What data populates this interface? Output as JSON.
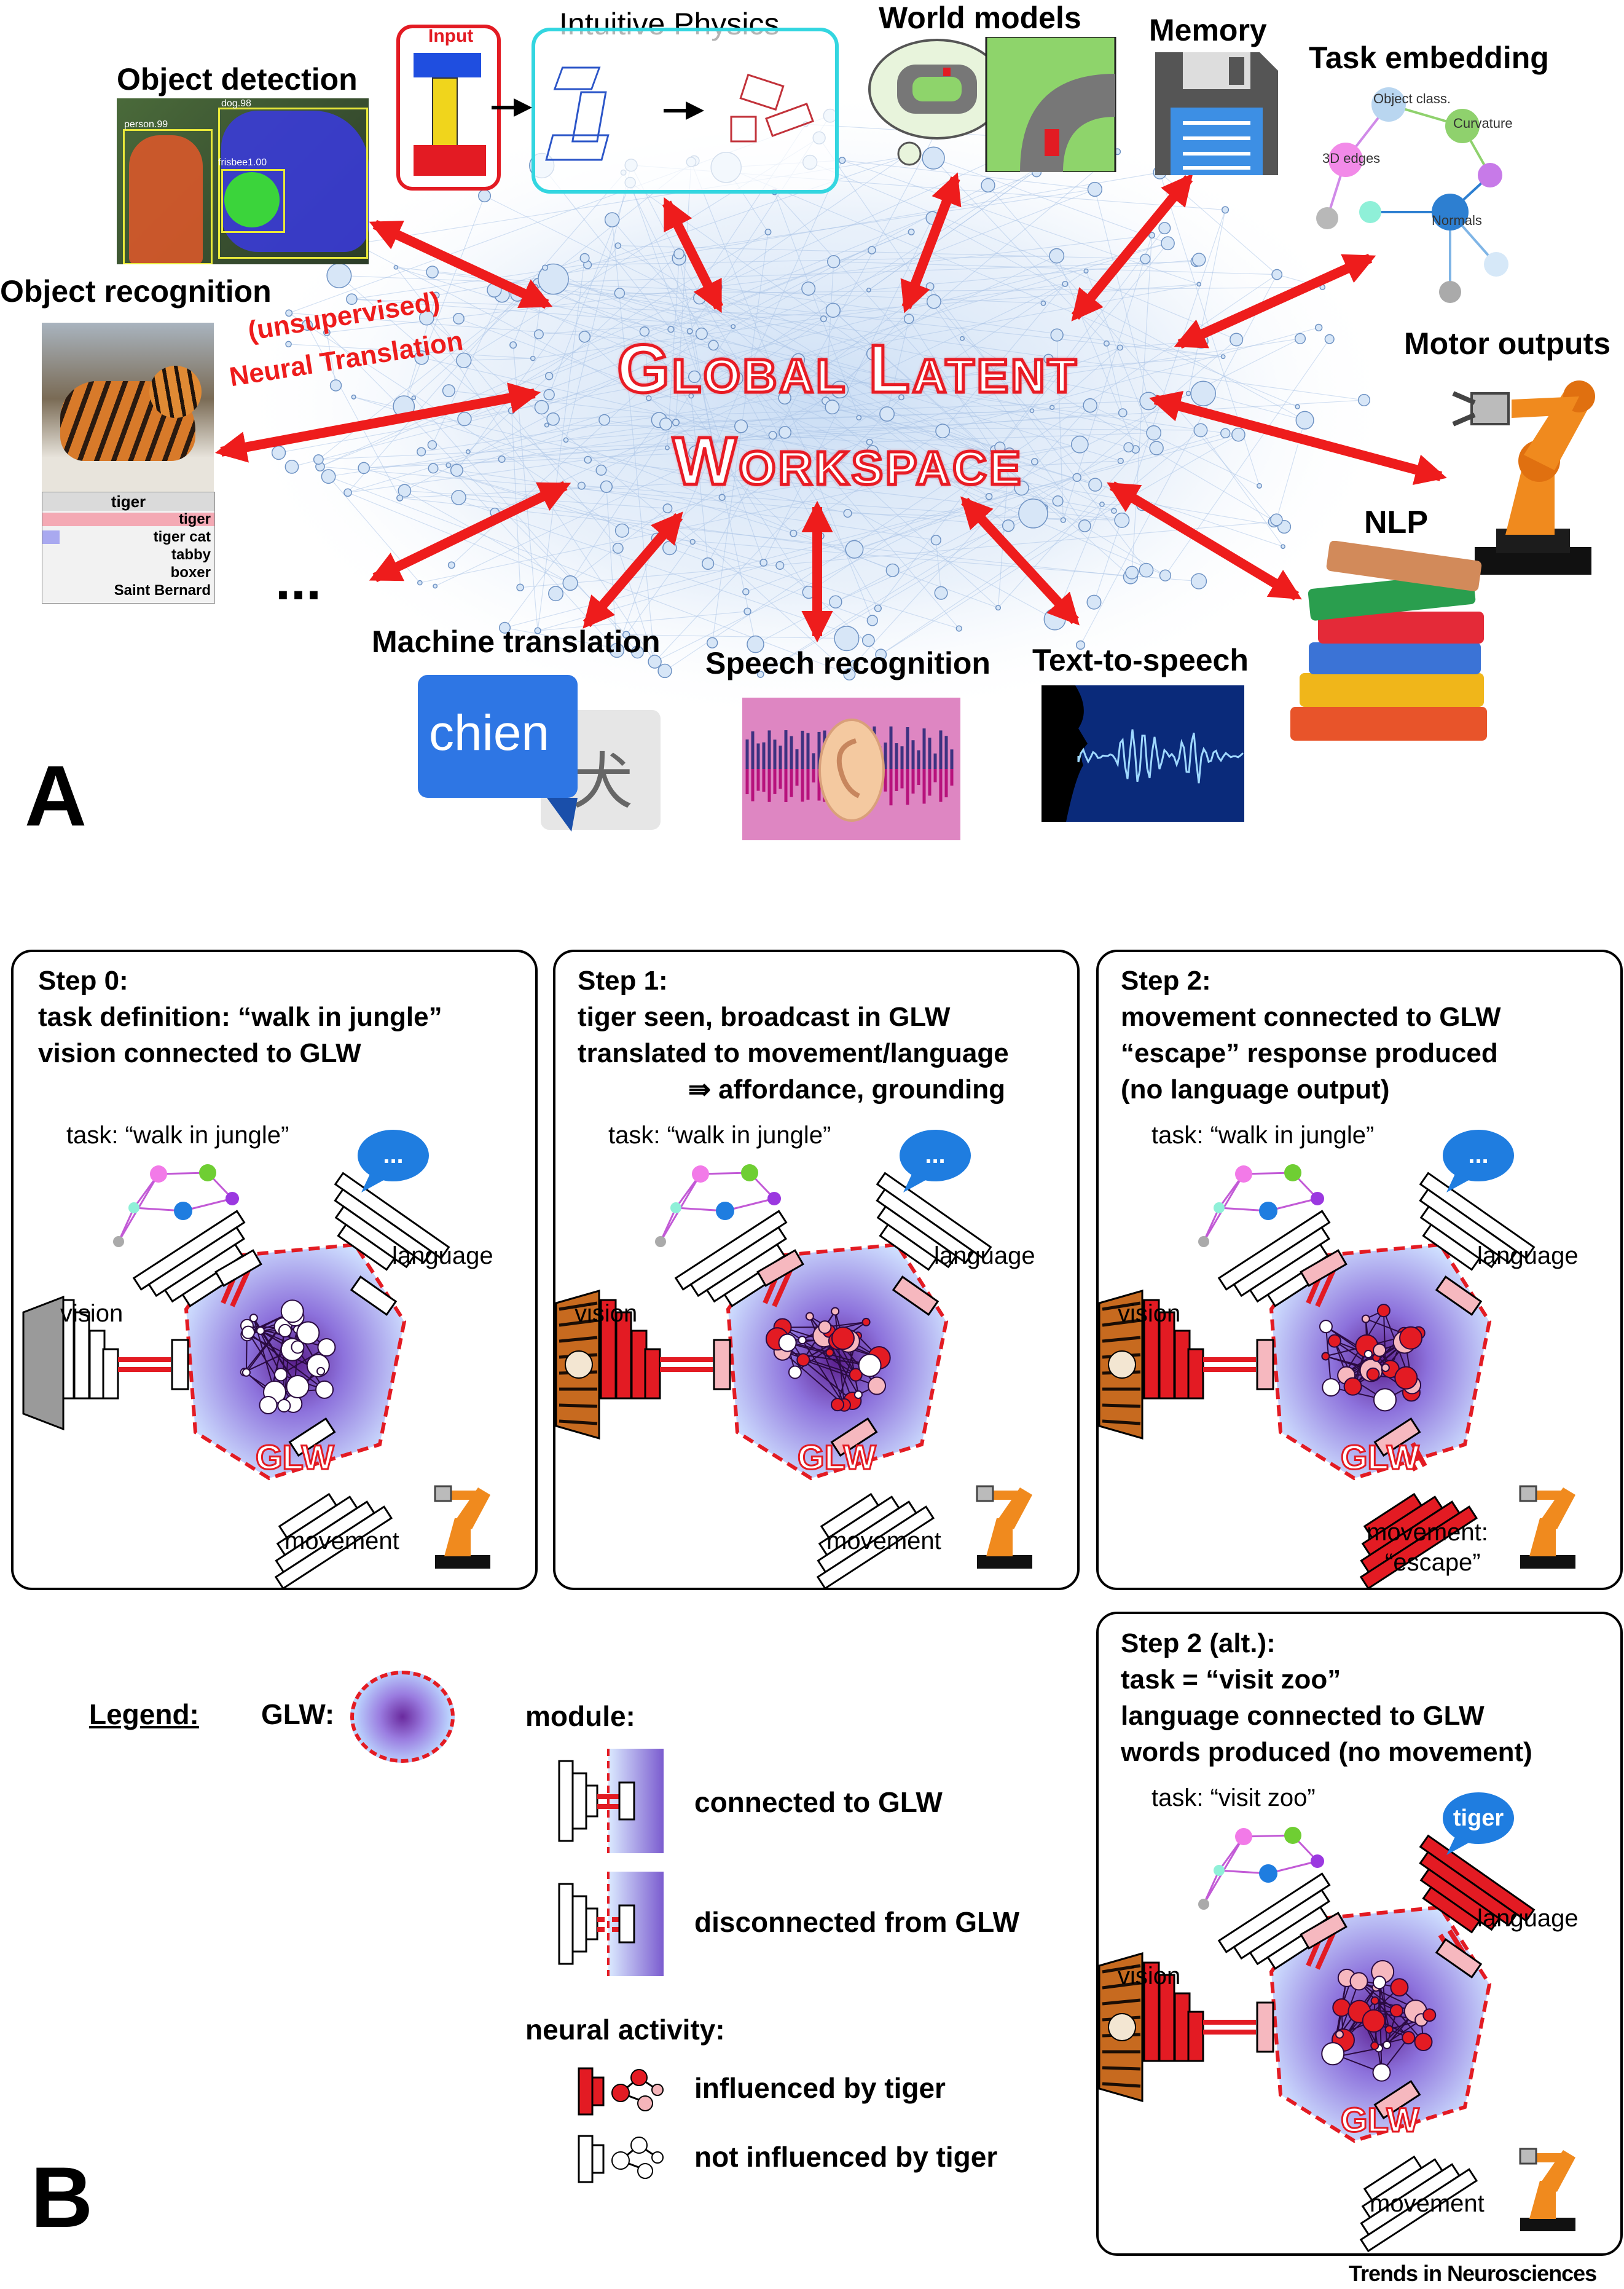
{
  "panel_a": {
    "letter": "A",
    "title_line1": "Global Latent",
    "title_line2": "Workspace",
    "translation_label_line1": "(unsupervised)",
    "translation_label_line2": "Neural Translation",
    "ellipsis": "...",
    "modules": {
      "object_detection": "Object detection",
      "intuitive_physics": "Intuitive Physics",
      "input_tag": "Input",
      "world_models": "World models",
      "memory": "Memory",
      "task_embedding": "Task embedding",
      "object_recognition": "Object recognition",
      "motor_outputs": "Motor outputs",
      "nlp": "NLP",
      "machine_translation": "Machine translation",
      "speech_recognition": "Speech recognition",
      "text_to_speech": "Text-to-speech"
    },
    "detection_tags": [
      "person.99",
      "dog.98",
      "frisbee1.00"
    ],
    "task_embedding_nodes": [
      "Object class.",
      "Curvature",
      "3D edges",
      "Normals"
    ],
    "recognition_table": {
      "header": "tiger",
      "rows": [
        {
          "label": "tiger",
          "score": 1.0
        },
        {
          "label": "tiger cat",
          "score": 0.1
        },
        {
          "label": "tabby",
          "score": 0.0
        },
        {
          "label": "boxer",
          "score": 0.0
        },
        {
          "label": "Saint Bernard",
          "score": 0.0
        }
      ]
    },
    "translation_words": {
      "source": "chien",
      "target": "犬"
    }
  },
  "panel_b": {
    "letter": "B",
    "steps": [
      {
        "line1": "Step 0:",
        "line2": "task definition: “walk in jungle”",
        "line3": "vision connected to GLW",
        "line4": "",
        "task": "task: “walk in jungle”",
        "movement": "movement",
        "movement2": ""
      },
      {
        "line1": "Step 1:",
        "line2": "tiger seen, broadcast in GLW",
        "line3": "translated to movement/language",
        "line4": "⇛ affordance, grounding",
        "task": "task: “walk in jungle”",
        "movement": "movement",
        "movement2": ""
      },
      {
        "line1": "Step 2:",
        "line2": "movement connected to GLW",
        "line3": "“escape” response produced",
        "line4": "(no language output)",
        "task": "task: “walk in jungle”",
        "movement": "movement:",
        "movement2": "“escape”"
      },
      {
        "line1": "Step 2 (alt.):",
        "line2": "task = “visit zoo”",
        "line3": "language connected to GLW",
        "line4": "words produced (no movement)",
        "task": "task: “visit zoo”",
        "movement": "movement",
        "movement2": ""
      }
    ],
    "labels": {
      "vision": "vision",
      "language": "language",
      "glw": "GLW",
      "bubble_dots": "...",
      "bubble_tiger": "tiger"
    },
    "legend": {
      "title": "Legend:",
      "glw": "GLW:",
      "module": "module:",
      "connected": "connected to GLW",
      "disconnected": "disconnected from GLW",
      "neural_activity": "neural activity:",
      "influenced": "influenced by tiger",
      "not_influenced": "not influenced by tiger"
    }
  },
  "footer": "Trends in Neurosciences",
  "colors": {
    "arrow_red": "#ee1c1c",
    "active_red": "#e32727",
    "glw_blue": "#7fb0ff",
    "glw_purple": "#6a2a9e",
    "bubble_blue": "#1f7de0",
    "cyan_frame": "#33d6e0"
  }
}
